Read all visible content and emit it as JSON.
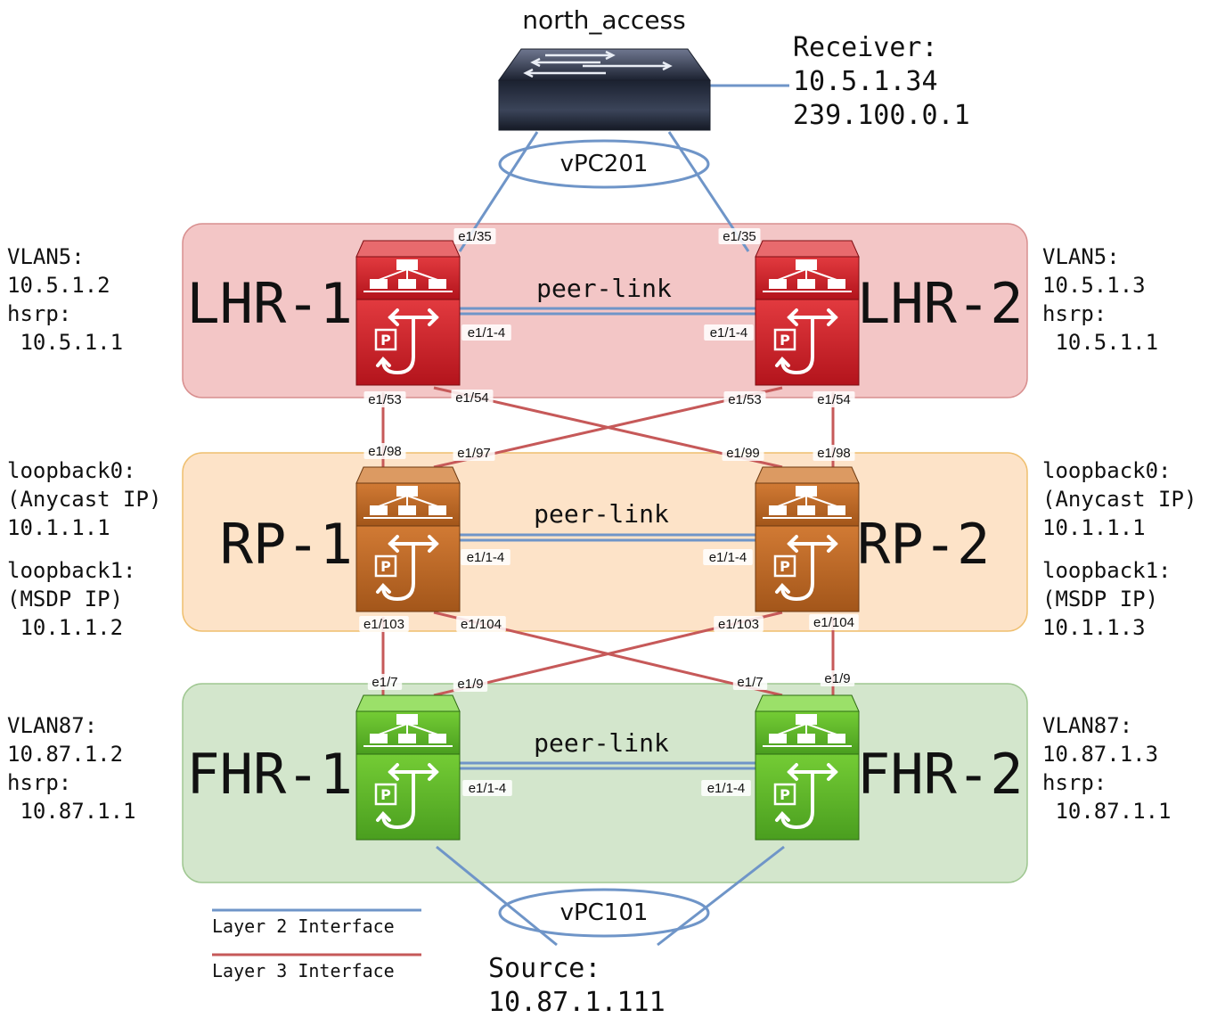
{
  "colors": {
    "layer2": "#6f95c8",
    "layer3": "#c65959",
    "lhr_zone": "#f3c6c6",
    "rp_zone": "#fde3c8",
    "fhr_zone": "#d3e6cc",
    "lhr_device": "#c8202a",
    "rp_device": "#c0661f",
    "fhr_device": "#58b226",
    "access_switch": "#2c3345"
  },
  "north_access": {
    "label": "north_access",
    "icon": "switch-icon"
  },
  "receiver": {
    "line1": "Receiver:",
    "line2": "10.5.1.34",
    "line3": "239.100.0.1"
  },
  "vpc_top": "vPC201",
  "vpc_bottom": "vPC101",
  "source": {
    "line1": "Source:",
    "line2": "10.87.1.111"
  },
  "devices": {
    "lhr1": "LHR-1",
    "lhr2": "LHR-2",
    "rp1": "RP-1",
    "rp2": "RP-2",
    "fhr1": "FHR-1",
    "fhr2": "FHR-2"
  },
  "peer_link": "peer-link",
  "annotations": {
    "lhr1": [
      "VLAN5:",
      "10.5.1.2",
      "hsrp:",
      " 10.5.1.1"
    ],
    "lhr2": [
      "VLAN5:",
      "10.5.1.3",
      "hsrp:",
      " 10.5.1.1"
    ],
    "rp1": [
      "loopback0:",
      "(Anycast IP)",
      "10.1.1.1",
      "loopback1:",
      "(MSDP IP)",
      " 10.1.1.2"
    ],
    "rp2": [
      "loopback0:",
      "(Anycast IP)",
      "10.1.1.1",
      "loopback1:",
      "(MSDP IP)",
      "10.1.1.3"
    ],
    "fhr1": [
      "VLAN87:",
      "10.87.1.2",
      "hsrp:",
      " 10.87.1.1"
    ],
    "fhr2": [
      "VLAN87:",
      "10.87.1.3",
      "hsrp:",
      " 10.87.1.1"
    ]
  },
  "ports": {
    "lhr1_up": "e1/35",
    "lhr2_up": "e1/35",
    "lhr1_pl": "e1/1-4",
    "lhr2_pl": "e1/1-4",
    "lhr1_d1": "e1/53",
    "lhr1_d2": "e1/54",
    "lhr2_d1": "e1/53",
    "lhr2_d2": "e1/54",
    "rp1_u1": "e1/98",
    "rp1_u2": "e1/97",
    "rp2_u1": "e1/99",
    "rp2_u2": "e1/98",
    "rp1_pl": "e1/1-4",
    "rp2_pl": "e1/1-4",
    "rp1_d1": "e1/103",
    "rp1_d2": "e1/104",
    "rp2_d1": "e1/103",
    "rp2_d2": "e1/104",
    "fhr1_u1": "e1/7",
    "fhr1_u2": "e1/9",
    "fhr2_u1": "e1/7",
    "fhr2_u2": "e1/9",
    "fhr1_pl": "e1/1-4",
    "fhr2_pl": "e1/1-4"
  },
  "legend": {
    "layer2": "Layer 2 Interface",
    "layer3": "Layer 3 Interface"
  }
}
